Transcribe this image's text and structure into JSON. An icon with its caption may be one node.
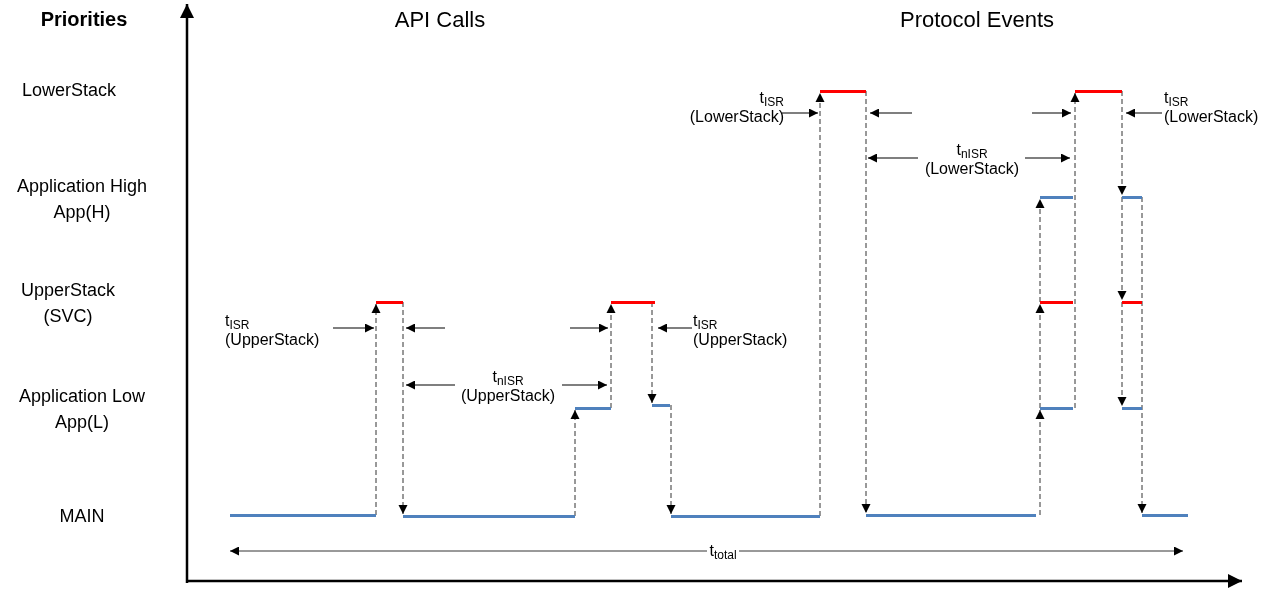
{
  "diagram": {
    "nodes": [
      {
        "text": [],
        "shape": "bar"
      },
      {
        "text": [],
        "shape": "bar"
      },
      {
        "text": [],
        "shape": "bar"
      },
      {
        "text": [],
        "shape": "bar"
      },
      {
        "text": [],
        "shape": "bar"
      },
      {
        "text": [],
        "shape": "bar"
      },
      {
        "text": [],
        "shape": "bar"
      },
      {
        "text": [],
        "shape": "bar"
      },
      {
        "text": [],
        "shape": "bar"
      },
      {
        "text": [],
        "shape": "bar"
      },
      {
        "text": [],
        "shape": "bar"
      },
      {
        "text": [],
        "shape": "bar"
      },
      {
        "text": [],
        "shape": "bar"
      },
      {
        "text": [],
        "shape": "bar"
      },
      {
        "text": [],
        "shape": "bar"
      },
      {
        "text": [],
        "shape": "bar"
      },
      {
        "text": [],
        "shape": "bar"
      }
    ],
    "edges": [
      {
        "from": 0,
        "to": 1,
        "arrow": "to",
        "style": "dashed"
      },
      {
        "from": 1,
        "to": 2,
        "arrow": "to",
        "style": "dashed"
      },
      {
        "from": 2,
        "to": 3,
        "arrow": "to",
        "style": "dashed"
      },
      {
        "from": 3,
        "to": 4,
        "arrow": "to",
        "style": "dashed"
      },
      {
        "from": 4,
        "to": 5,
        "arrow": "to",
        "style": "dashed"
      },
      {
        "from": 5,
        "to": 6,
        "arrow": "to",
        "style": "dashed"
      },
      {
        "from": 6,
        "to": 7,
        "arrow": "to",
        "style": "dashed"
      },
      {
        "from": 7,
        "to": 8,
        "arrow": "to",
        "style": "dashed"
      },
      {
        "from": 8,
        "to": 9,
        "arrow": "to",
        "style": "dashed"
      },
      {
        "from": 9,
        "to": 10,
        "arrow": "to",
        "style": "dashed"
      },
      {
        "from": 10,
        "to": 11,
        "arrow": "to",
        "style": "dashed"
      },
      {
        "from": 9,
        "to": 12,
        "arrow": "to",
        "style": "dashed"
      },
      {
        "from": 12,
        "to": 13,
        "arrow": "to",
        "style": "dashed"
      },
      {
        "from": 13,
        "to": 14,
        "arrow": "to",
        "style": "dashed"
      },
      {
        "from": 14,
        "to": 15,
        "arrow": "to",
        "style": "dashed"
      },
      {
        "from": 13,
        "to": 16,
        "arrow": "to",
        "style": "dashed"
      }
    ],
    "labels": [
      "Priorities",
      "API Calls",
      "Protocol Events",
      "LowerStack",
      "Application High App(H)",
      "UpperStack (SVC)",
      "Application Low App(L)",
      "MAIN",
      "t$_{ISR}$ (UpperStack)",
      "t$_{nISR}$ (UpperStack)",
      "t$_{ISR}$ (UpperStack)",
      "t$_{ISR}$ (LowerStack)",
      "t$_{nISR}$ (LowerStack)",
      "t$_{ISR}$ (LowerStack)",
      "t$_{total}$"
    ]
  }
}
